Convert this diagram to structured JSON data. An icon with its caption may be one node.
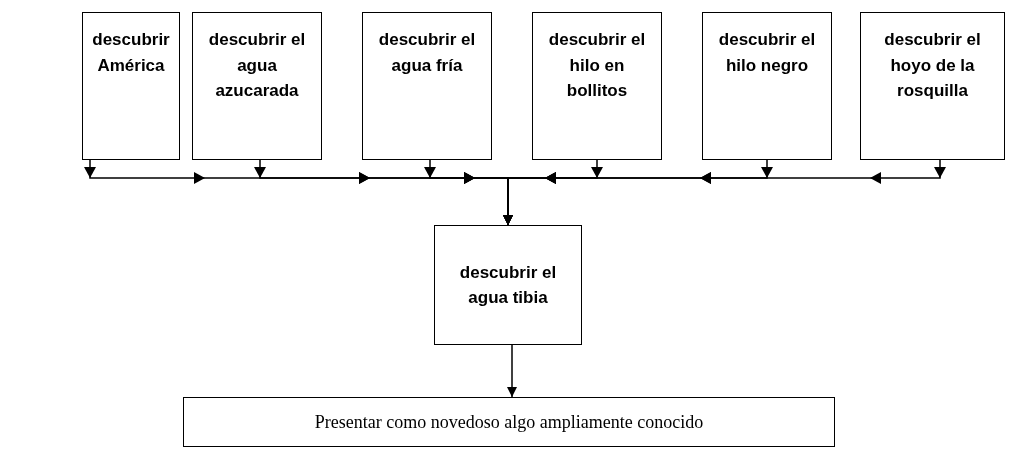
{
  "diagram": {
    "nodes": [
      {
        "text": [
          "descubrir América"
        ]
      },
      {
        "text": [
          "descubrir el agua azucarada"
        ]
      },
      {
        "text": [
          "descubrir el agua fría"
        ]
      },
      {
        "text": [
          "descubrir el hilo en bollitos"
        ]
      },
      {
        "text": [
          "descubrir el hilo negro"
        ]
      },
      {
        "text": [
          "descubrir el hoyo de la rosquilla"
        ]
      },
      {
        "text": [
          "descubrir el agua tibia"
        ]
      },
      {
        "text": [
          "Presentar como novedoso algo ampliamente conocido"
        ]
      }
    ],
    "edges": [
      {
        "from": 0,
        "to": 6,
        "arrow": "to"
      },
      {
        "from": 1,
        "to": 6,
        "arrow": "to"
      },
      {
        "from": 2,
        "to": 6,
        "arrow": "to"
      },
      {
        "from": 3,
        "to": 6,
        "arrow": "to"
      },
      {
        "from": 4,
        "to": 6,
        "arrow": "to"
      },
      {
        "from": 5,
        "to": 6,
        "arrow": "to"
      },
      {
        "from": 6,
        "to": 7,
        "arrow": "to"
      }
    ]
  }
}
